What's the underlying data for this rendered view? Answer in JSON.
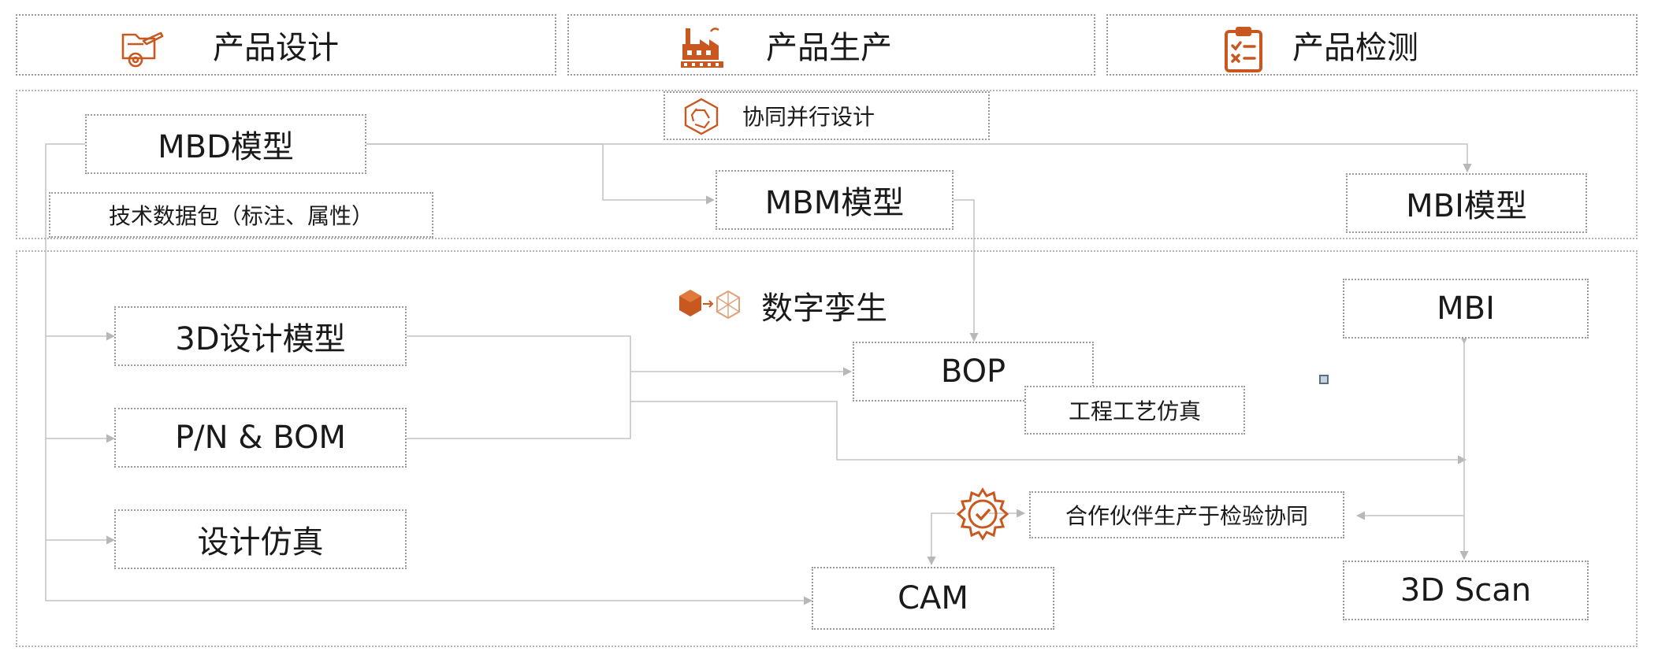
{
  "header": {
    "design": "产品设计",
    "production": "产品生产",
    "inspection": "产品检测"
  },
  "top_section": {
    "collab_label": "协同并行设计",
    "mbd": "MBD模型",
    "tdp": "技术数据包（标注、属性）",
    "mbm": "MBM模型",
    "mbi_model": "MBI模型"
  },
  "bottom_section": {
    "twin_label": "数字孪生",
    "design_3d": "3D设计模型",
    "pn_bom": "P/N & BOM",
    "design_sim": "设计仿真",
    "bop": "BOP",
    "process_sim": "工程工艺仿真",
    "partner": "合作伙伴生产于检验协同",
    "cam": "CAM",
    "mbi": "MBI",
    "scan": "3D Scan"
  },
  "colors": {
    "accent": "#c8581f",
    "border": "#9a9a9a",
    "arrow": "#b8b8b8"
  },
  "icons": {
    "design": "design-tools-icon",
    "production": "factory-icon",
    "inspection": "clipboard-checklist-icon",
    "collab": "hexagon-cycle-icon",
    "twin": "cube-transform-icon",
    "partner": "gear-check-icon"
  }
}
